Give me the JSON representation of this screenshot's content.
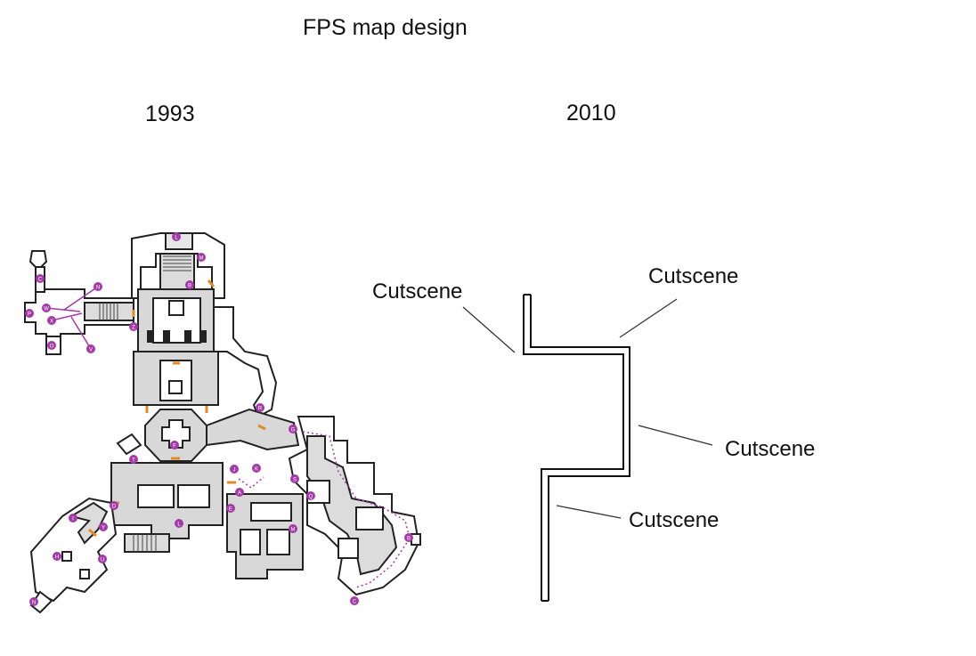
{
  "title": "FPS map design",
  "left_label": "1993",
  "right_label": "2010",
  "annotations": [
    "Cutscene",
    "Cutscene",
    "Cutscene",
    "Cutscene"
  ],
  "map_markers": [
    "L",
    "M",
    "B",
    "C",
    "N",
    "W",
    "X",
    "P",
    "O",
    "V",
    "Z",
    "R",
    "F",
    "T",
    "J",
    "K",
    "G",
    "S",
    "Q",
    "A",
    "E",
    "D",
    "Y",
    "I",
    "H",
    "U"
  ],
  "colors": {
    "marker": "#a43aa8",
    "door": "#e58a23",
    "wall": "#222222",
    "floor": "#d9d9d9"
  }
}
